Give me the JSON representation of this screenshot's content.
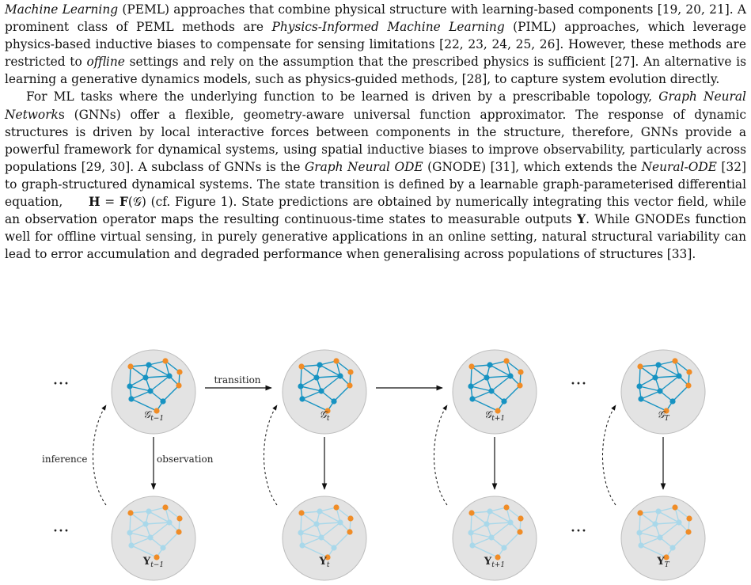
{
  "paragraph1": {
    "t1": "Machine Learning",
    "t2": " (PEML) approaches that combine physical structure with learning-based components [19, 20, 21]. A prominent class of PEML methods are ",
    "t3": "Physics-Informed Machine Learning",
    "t4": " (PIML) approaches, which leverage physics-based inductive biases to compensate for sensing limitations [22, 23, 24, 25, 26]. However, these methods are restricted to ",
    "t5": "offline",
    "t6": " settings and rely on the assumption that the prescribed physics is sufficient [27]. An alternative is learning a generative dynamics models, such as physics-guided methods, [28], to capture system evolution directly."
  },
  "paragraph2": {
    "t1": "For ML tasks where the underlying function to be learned is driven by a prescribable topology, ",
    "t2": "Graph Neural Network",
    "t3": "s (GNNs) offer a flexible, geometry-aware universal function approximator. The response of dynamic structures is driven by local interactive forces between components in the structure, therefore, GNNs provide a powerful framework for dynamical systems, using spatial inductive biases to improve observability, particularly across populations [29, 30]. A subclass of GNNs is the ",
    "t4": "Graph Neural ODE",
    "t5": " (GNODE) [31], which extends the ",
    "t6": "Neural-ODE",
    "t7": " [32] to graph-structured dynamical systems. The state transition is defined by a learnable graph-parameterised differential equation, ",
    "eq_lhs": "H",
    "eq_mid": " = ",
    "eq_rhs": "F",
    "eq_arg": "(𝒢)",
    "t8": " (cf. Figure 1). State predictions are obtained by numerically integrating this vector field, while an observation operator maps the resulting continuous-time states to measurable outputs ",
    "t9": "Y",
    "t10": ". While GNODEs function well for offline virtual sensing, in purely generative applications in an online setting, natural structural variability can lead to error accumulation and degraded performance when generalising across populations of structures [33]."
  },
  "figure": {
    "ellipsis": "···",
    "transition_label": "transition",
    "observation_label": "observation",
    "inference_label": "inference",
    "top_nodes": [
      {
        "base": "𝒢",
        "sub": "t−1"
      },
      {
        "base": "𝒢",
        "sub": "t"
      },
      {
        "base": "𝒢",
        "sub": "t+1"
      },
      {
        "base": "𝒢",
        "sub": "T"
      }
    ],
    "bottom_nodes": [
      {
        "base": "Y",
        "sub": "t−1"
      },
      {
        "base": "Y",
        "sub": "t"
      },
      {
        "base": "Y",
        "sub": "t+1"
      },
      {
        "base": "Y",
        "sub": "T"
      }
    ],
    "colors": {
      "circle_fill": "#e3e3e3",
      "circle_stroke": "#bdbdbd",
      "node_blue": "#1793c2",
      "node_orange": "#f08c26",
      "faded_blue": "#a9d8ea",
      "faded_edge": "#a9d8ea"
    }
  }
}
